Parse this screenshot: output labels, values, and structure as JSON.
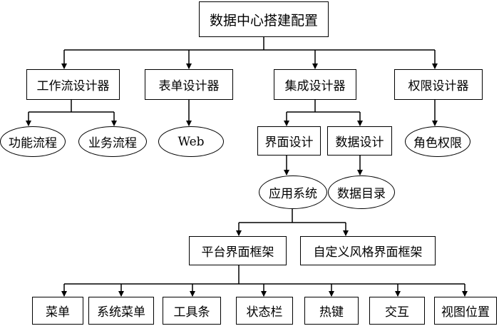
{
  "nodes": {
    "root": "数据中心搭建配置",
    "workflow_designer": "工作流设计器",
    "form_designer": "表单设计器",
    "integration_designer": "集成设计器",
    "permission_designer": "权限设计器",
    "function_flow": "功能流程",
    "business_flow": "业务流程",
    "web": "Web",
    "ui_design": "界面设计",
    "data_design": "数据设计",
    "role_permission": "角色权限",
    "app_system": "应用系统",
    "data_catalog": "数据目录",
    "platform_ui_framework": "平台界面框架",
    "custom_ui_framework": "自定义风格界面框架",
    "menu": "菜单",
    "system_menu": "系统菜单",
    "toolbar": "工具条",
    "status_bar": "状态栏",
    "hotkey": "热键",
    "interaction": "交互",
    "view_position": "视图位置"
  }
}
